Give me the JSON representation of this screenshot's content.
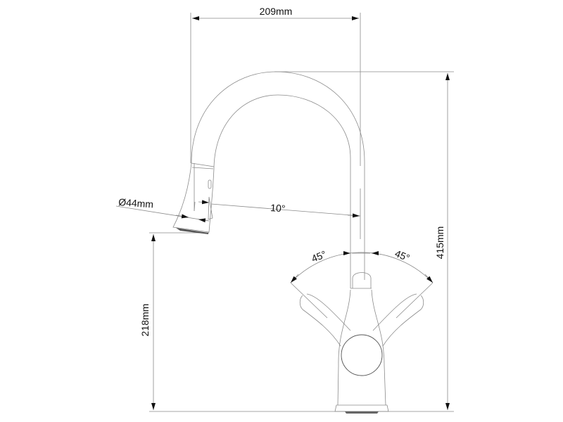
{
  "drawing": {
    "dimensions": {
      "width_total": "209mm",
      "height_total": "415mm",
      "spout_height": "218mm",
      "spray_diameter": "Ø44mm",
      "spray_angle": "10°",
      "lever_left_angle": "45°",
      "lever_right_angle": "45°"
    },
    "colors": {
      "line": "#8a8a8a",
      "arrow": "#111111",
      "text": "#111111"
    }
  }
}
